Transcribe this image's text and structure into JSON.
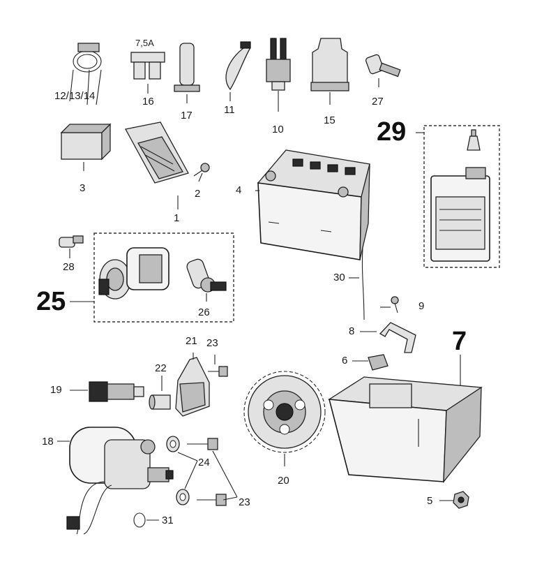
{
  "labels": {
    "p12_13_14": "12/13/14",
    "p16": "16",
    "fuse_rating": "7,5A",
    "p17": "17",
    "p11": "11",
    "p10": "10",
    "p15": "15",
    "p27": "27",
    "p29": "29",
    "p3": "3",
    "p1": "1",
    "p2": "2",
    "p4": "4",
    "p28": "28",
    "p25": "25",
    "p26": "26",
    "p30": "30",
    "p9": "9",
    "p8": "8",
    "p7": "7",
    "p6": "6",
    "p21": "21",
    "p23a": "23",
    "p22": "22",
    "p19": "19",
    "p18": "18",
    "p24": "24",
    "p23b": "23",
    "p20": "20",
    "p5": "5",
    "p31": "31"
  }
}
